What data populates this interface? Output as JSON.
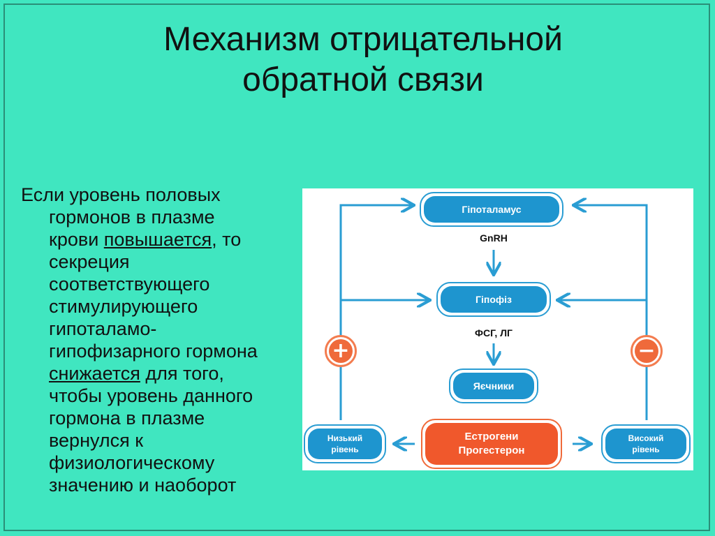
{
  "title": {
    "line1": "Механизм отрицательной",
    "line2": "обратной связи"
  },
  "body": {
    "lines": [
      "Если уровень половых",
      "гормонов в плазме",
      "крови ",
      "повышается",
      ", то",
      "секреция",
      "соответствующего",
      "стимулирующего",
      "гипоталамо-",
      "гипофизарного гормона",
      "снижается",
      " для того,",
      "чтобы уровень данного",
      "гормона в плазме",
      "вернулся к",
      "физиологическому",
      "значению и наоборот"
    ]
  },
  "diagram": {
    "nodes": {
      "hypothalamus": "Гіпоталамус",
      "pituitary": "Гіпофіз",
      "ovaries": "Яєчники",
      "hormones_line1": "Естрогени",
      "hormones_line2": "Прогестерон",
      "low_line1": "Низький",
      "low_line2": "рівень",
      "high_line1": "Високий",
      "high_line2": "рівень"
    },
    "labels": {
      "gnrh": "GnRH",
      "fsh_lh": "ФСГ, ЛГ"
    },
    "signs": {
      "positive": "+",
      "negative": "−"
    },
    "colors": {
      "node_blue": "#1e95cf",
      "node_orange": "#f0582c",
      "arrow": "#2a9dd3",
      "sign": "#ef6a3b",
      "background": "#40e6c0"
    }
  }
}
